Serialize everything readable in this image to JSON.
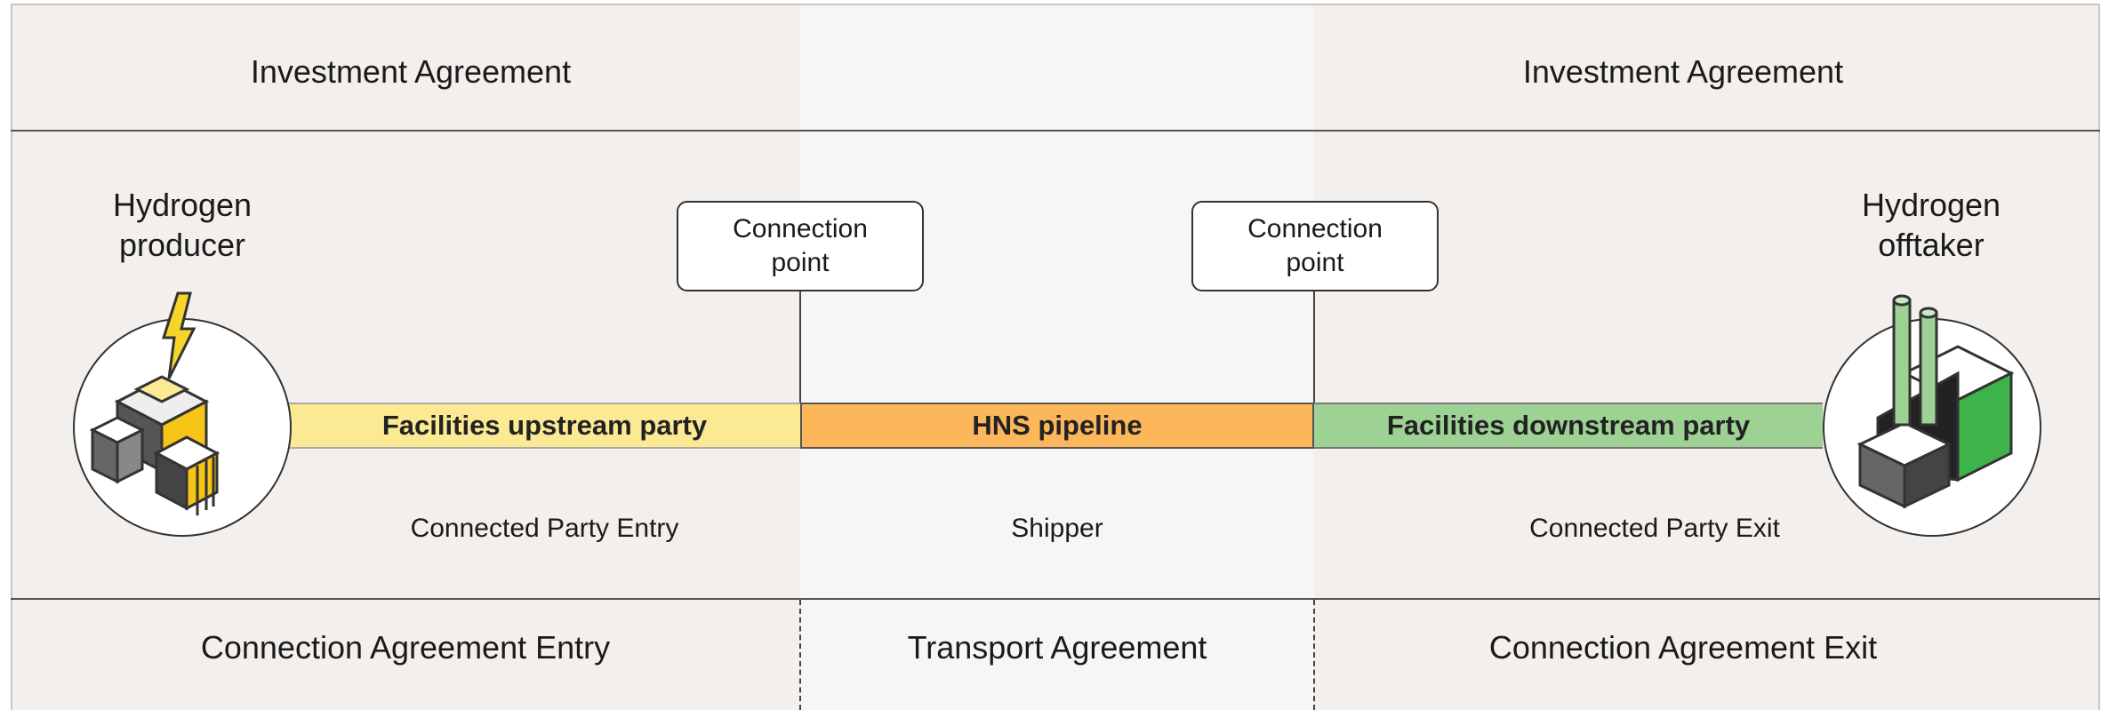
{
  "top_row": {
    "left": "Investment Agreement",
    "right": "Investment Agreement"
  },
  "actors": {
    "producer": {
      "line1": "Hydrogen",
      "line2": "producer",
      "icon": "hydrogen-producer-factory-icon"
    },
    "offtaker": {
      "line1": "Hydrogen",
      "line2": "offtaker",
      "icon": "hydrogen-offtaker-factory-icon"
    }
  },
  "connection_points": {
    "left": {
      "line1": "Connection",
      "line2": "point"
    },
    "right": {
      "line1": "Connection",
      "line2": "point"
    }
  },
  "bars": {
    "upstream": {
      "label": "Facilities upstream party",
      "color": "#fbe993"
    },
    "pipeline": {
      "label": "HNS pipeline",
      "color": "#fdb75b"
    },
    "downstream": {
      "label": "Facilities downstream party",
      "color": "#9ed295"
    }
  },
  "roles": {
    "entry": "Connected Party Entry",
    "shipper": "Shipper",
    "exit": "Connected Party Exit"
  },
  "bottom_row": {
    "left": "Connection Agreement Entry",
    "middle": "Transport Agreement",
    "right": "Connection Agreement Exit"
  },
  "colors": {
    "panel_side": "#f3efec",
    "panel_middle": "#f6f6f6",
    "lightning": "#f7d42a",
    "producer_accent": "#f5c518",
    "offtaker_accent": "#3db34a",
    "chimney": "#9ed295"
  }
}
